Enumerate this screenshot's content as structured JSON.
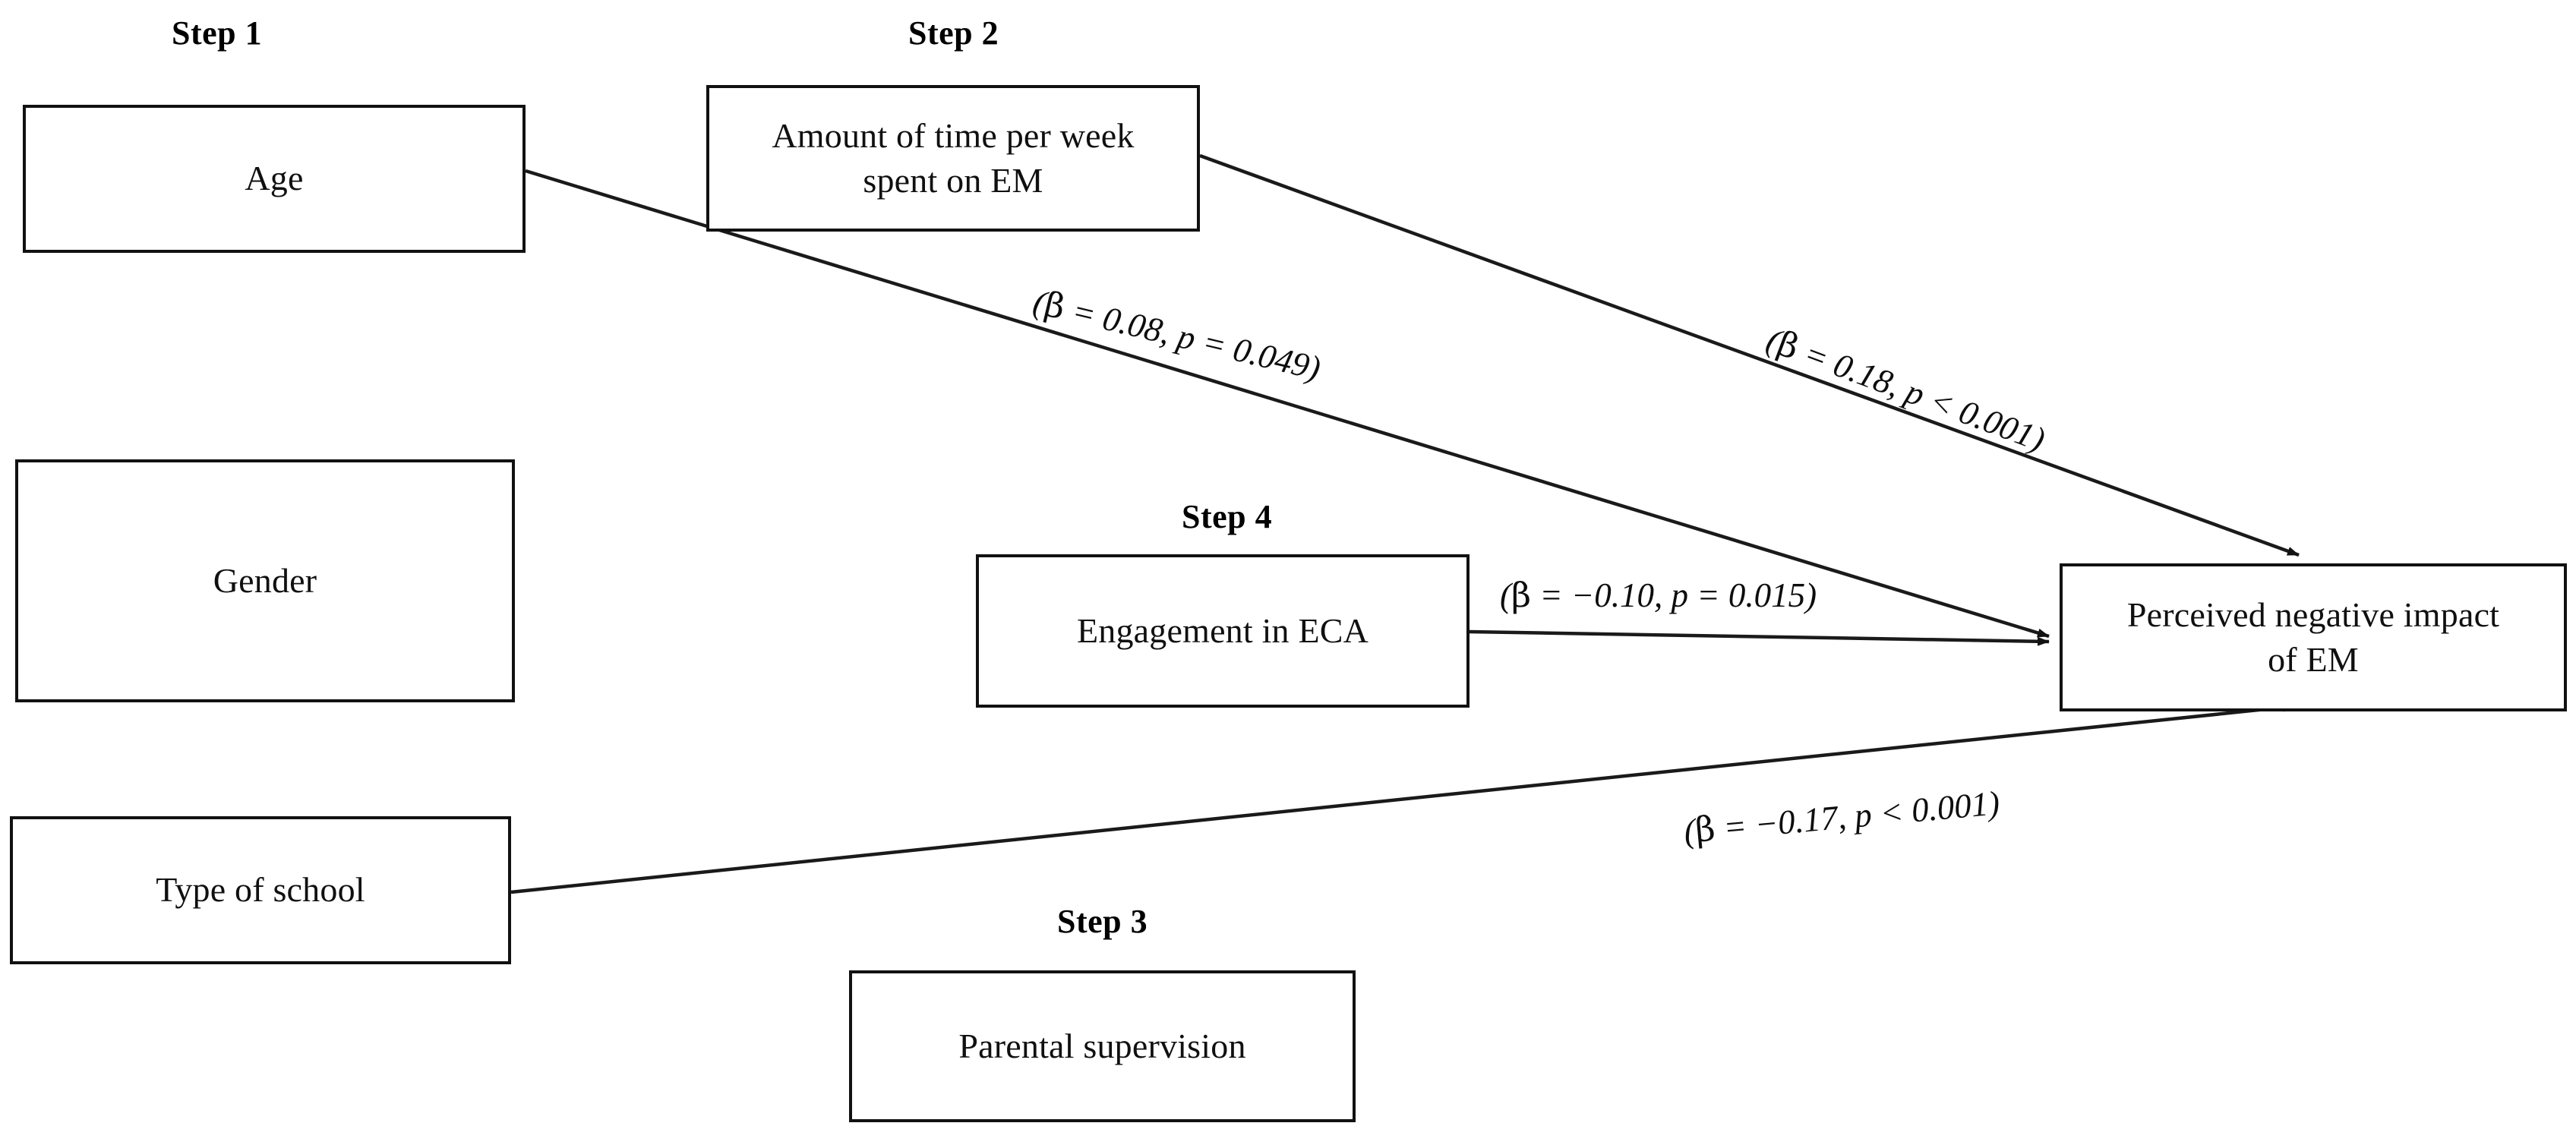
{
  "figure": {
    "type": "path-diagram",
    "background_color": "#ffffff",
    "line_color": "#1a1a1a",
    "box_border_color": "#111111"
  },
  "step_headers": [
    {
      "id": "step1",
      "label": "Step 1"
    },
    {
      "id": "step2",
      "label": "Step 2"
    },
    {
      "id": "step3",
      "label": "Step 3"
    },
    {
      "id": "step4",
      "label": "Step 4"
    }
  ],
  "nodes": [
    {
      "id": "age",
      "step": "Step 1",
      "label": "Age"
    },
    {
      "id": "gender",
      "step": "Step 1",
      "label": "Gender"
    },
    {
      "id": "school",
      "step": "Step 1",
      "label": "Type of school"
    },
    {
      "id": "time",
      "step": "Step 2",
      "label": "Amount of time per week spent on EM"
    },
    {
      "id": "eca",
      "step": "Step 4",
      "label": "Engagement in ECA"
    },
    {
      "id": "parental",
      "step": "Step 3",
      "label": "Parental supervision"
    },
    {
      "id": "outcome",
      "step": "",
      "label": "Perceived negative impact of EM"
    }
  ],
  "edges": [
    {
      "id": "age-outcome",
      "from": "age",
      "to": "outcome",
      "beta": "0.08",
      "p_operator": "=",
      "p_value": "0.049",
      "label": "(β = 0.08, p = 0.049)"
    },
    {
      "id": "time-outcome",
      "from": "time",
      "to": "outcome",
      "beta": "0.18",
      "p_operator": "<",
      "p_value": "0.001",
      "label": "(β = 0.18, p < 0.001)"
    },
    {
      "id": "eca-outcome",
      "from": "eca",
      "to": "outcome",
      "beta": "−0.10",
      "p_operator": "=",
      "p_value": "0.015",
      "label": "(β = −0.10, p = 0.015)"
    },
    {
      "id": "school-outcome",
      "from": "school",
      "to": "outcome",
      "beta": "−0.17",
      "p_operator": "<",
      "p_value": "0.001",
      "label": "(β = −0.17, p < 0.001)"
    }
  ],
  "edge_label_parts": {
    "age_outcome": {
      "open": "(",
      "beta_sym": "β",
      "eq1": " = ",
      "beta_val": "0.08",
      "comma": ", ",
      "p_sym": "p",
      "eq2": " = ",
      "p_val": "0.049",
      "close": ")"
    },
    "time_outcome": {
      "open": "(",
      "beta_sym": "β",
      "eq1": " = ",
      "beta_val": "0.18",
      "comma": ", ",
      "p_sym": "p",
      "eq2": " < ",
      "p_val": "0.001",
      "close": ")"
    },
    "eca_outcome": {
      "open": "(",
      "beta_sym": "β",
      "eq1": " = ",
      "beta_val": "−0.10",
      "comma": ", ",
      "p_sym": "p",
      "eq2": " = ",
      "p_val": "0.015",
      "close": ")"
    },
    "school_outcome": {
      "open": "(",
      "beta_sym": "β",
      "eq1": " = ",
      "beta_val": "−0.17",
      "comma": ", ",
      "p_sym": "p",
      "eq2": " < ",
      "p_val": "0.001",
      "close": ")"
    }
  },
  "node_labels": {
    "age": "Age",
    "gender": "Gender",
    "school": "Type of school",
    "time_line1": "Amount of time per week",
    "time_line2": "spent on EM",
    "eca": "Engagement in ECA",
    "parental": "Parental supervision",
    "outcome_line1": "Perceived negative impact",
    "outcome_line2": "of EM"
  }
}
